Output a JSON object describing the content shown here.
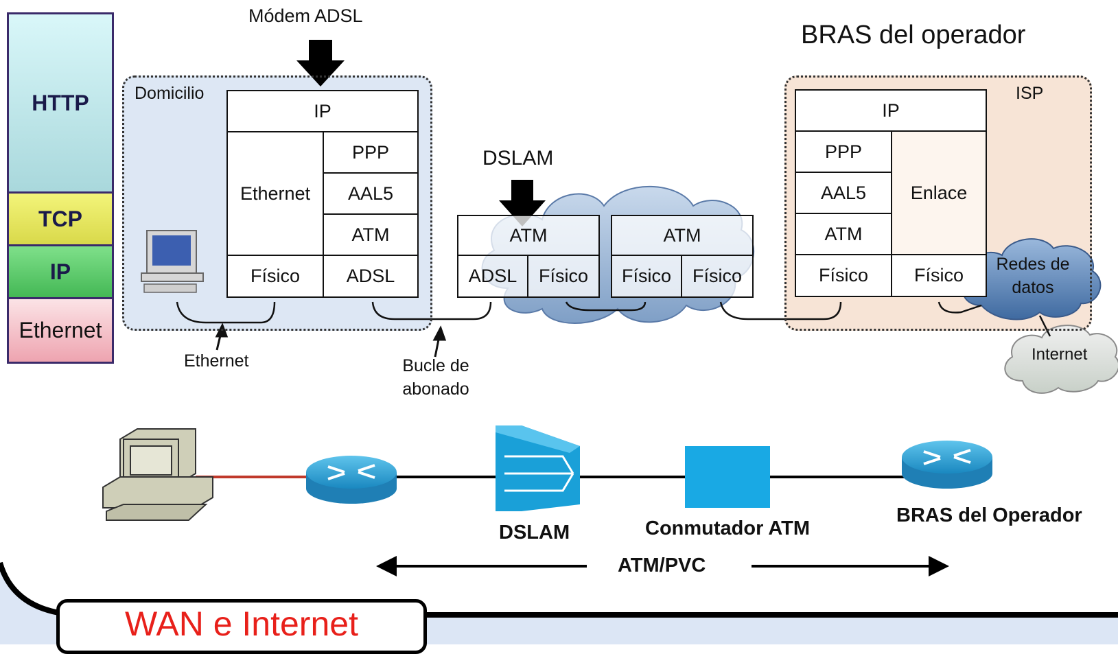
{
  "stack": {
    "layers": [
      "HTTP",
      "TCP",
      "IP",
      "Ethernet"
    ],
    "colors": {
      "http": "#cfeef0",
      "tcp": "#eef070",
      "ip": "#6fd47a",
      "ethernet": "#f5c8cf"
    }
  },
  "top_labels": {
    "modem": "Módem ADSL",
    "bras": "BRAS del operador",
    "dslam": "DSLAM"
  },
  "home": {
    "region_label": "Domicilio",
    "cells": {
      "ip": "IP",
      "ethernet": "Ethernet",
      "ppp": "PPP",
      "aal5": "AAL5",
      "atm": "ATM",
      "fisico": "Físico",
      "adsl": "ADSL"
    }
  },
  "dslam_stack": {
    "left_atm": "ATM",
    "left_adsl": "ADSL",
    "left_fisico": "Físico",
    "right_atm": "ATM",
    "right_fisico1": "Físico",
    "right_fisico2": "Físico"
  },
  "isp": {
    "region_label": "ISP",
    "cells": {
      "ip": "IP",
      "ppp": "PPP",
      "aal5": "AAL5",
      "atm": "ATM",
      "enlace": "Enlace",
      "fisico1": "Físico",
      "fisico2": "Físico"
    },
    "clouds": {
      "redes": "Redes de datos",
      "internet": "Internet"
    }
  },
  "link_labels": {
    "ethernet": "Ethernet",
    "bucle": "Bucle de abonado"
  },
  "topology": {
    "dslam": "DSLAM",
    "switch": "Conmutador ATM",
    "bras": "BRAS del Operador",
    "span": "ATM/PVC"
  },
  "footer": {
    "title": "WAN e Internet",
    "title_color": "#e8201a",
    "panel_color": "#dce6f5"
  }
}
